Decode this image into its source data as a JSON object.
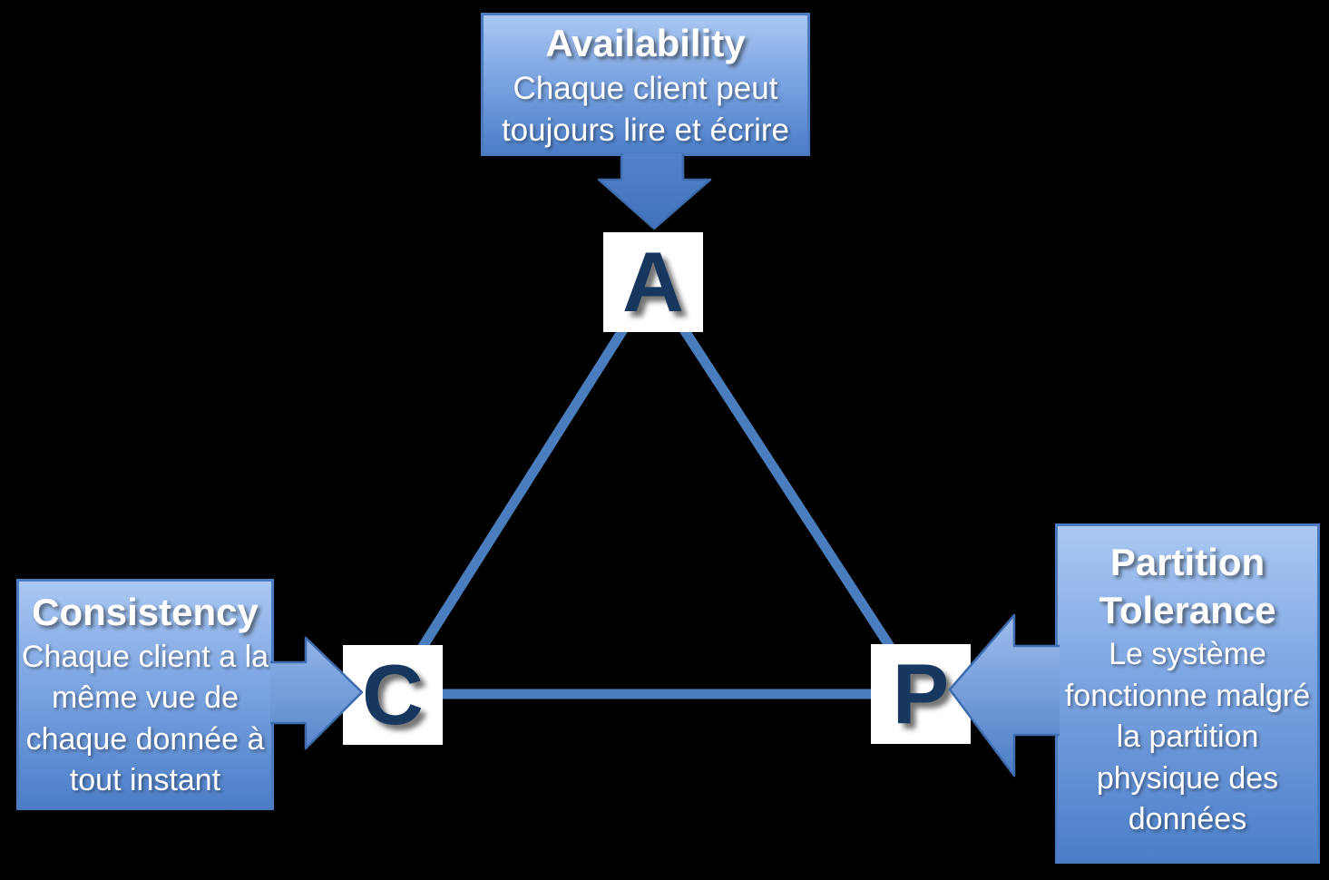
{
  "diagram": {
    "kind": "cap-theorem-triangle",
    "background": "#000000"
  },
  "triangle": {
    "nodes": [
      {
        "id": "availability",
        "letter": "A"
      },
      {
        "id": "consistency",
        "letter": "C"
      },
      {
        "id": "partition",
        "letter": "P"
      }
    ]
  },
  "callouts": {
    "availability": {
      "title": "Availability",
      "body": "Chaque client peut\ntoujours lire et écrire"
    },
    "consistency": {
      "title": "Consistency",
      "body": "Chaque client a la\nmême vue de\nchaque donnée à\ntout instant"
    },
    "partition": {
      "title": "Partition\nTolerance",
      "body": "Le système\nfonctionne malgré\nla partition\nphysique des\ndonnées"
    }
  },
  "colors": {
    "background": "#000000",
    "edge_blue": "#4a7dbd",
    "box_border": "#4a7bc0",
    "box_gradient_top": "#aac8f3",
    "box_gradient_bottom": "#4b7ec8",
    "arrow_gradient_top": "#9dbcec",
    "arrow_gradient_bottom": "#4c7dc5",
    "node_square": "#ffffff",
    "letter_navy": "#17375e",
    "text_white": "#ffffff"
  }
}
